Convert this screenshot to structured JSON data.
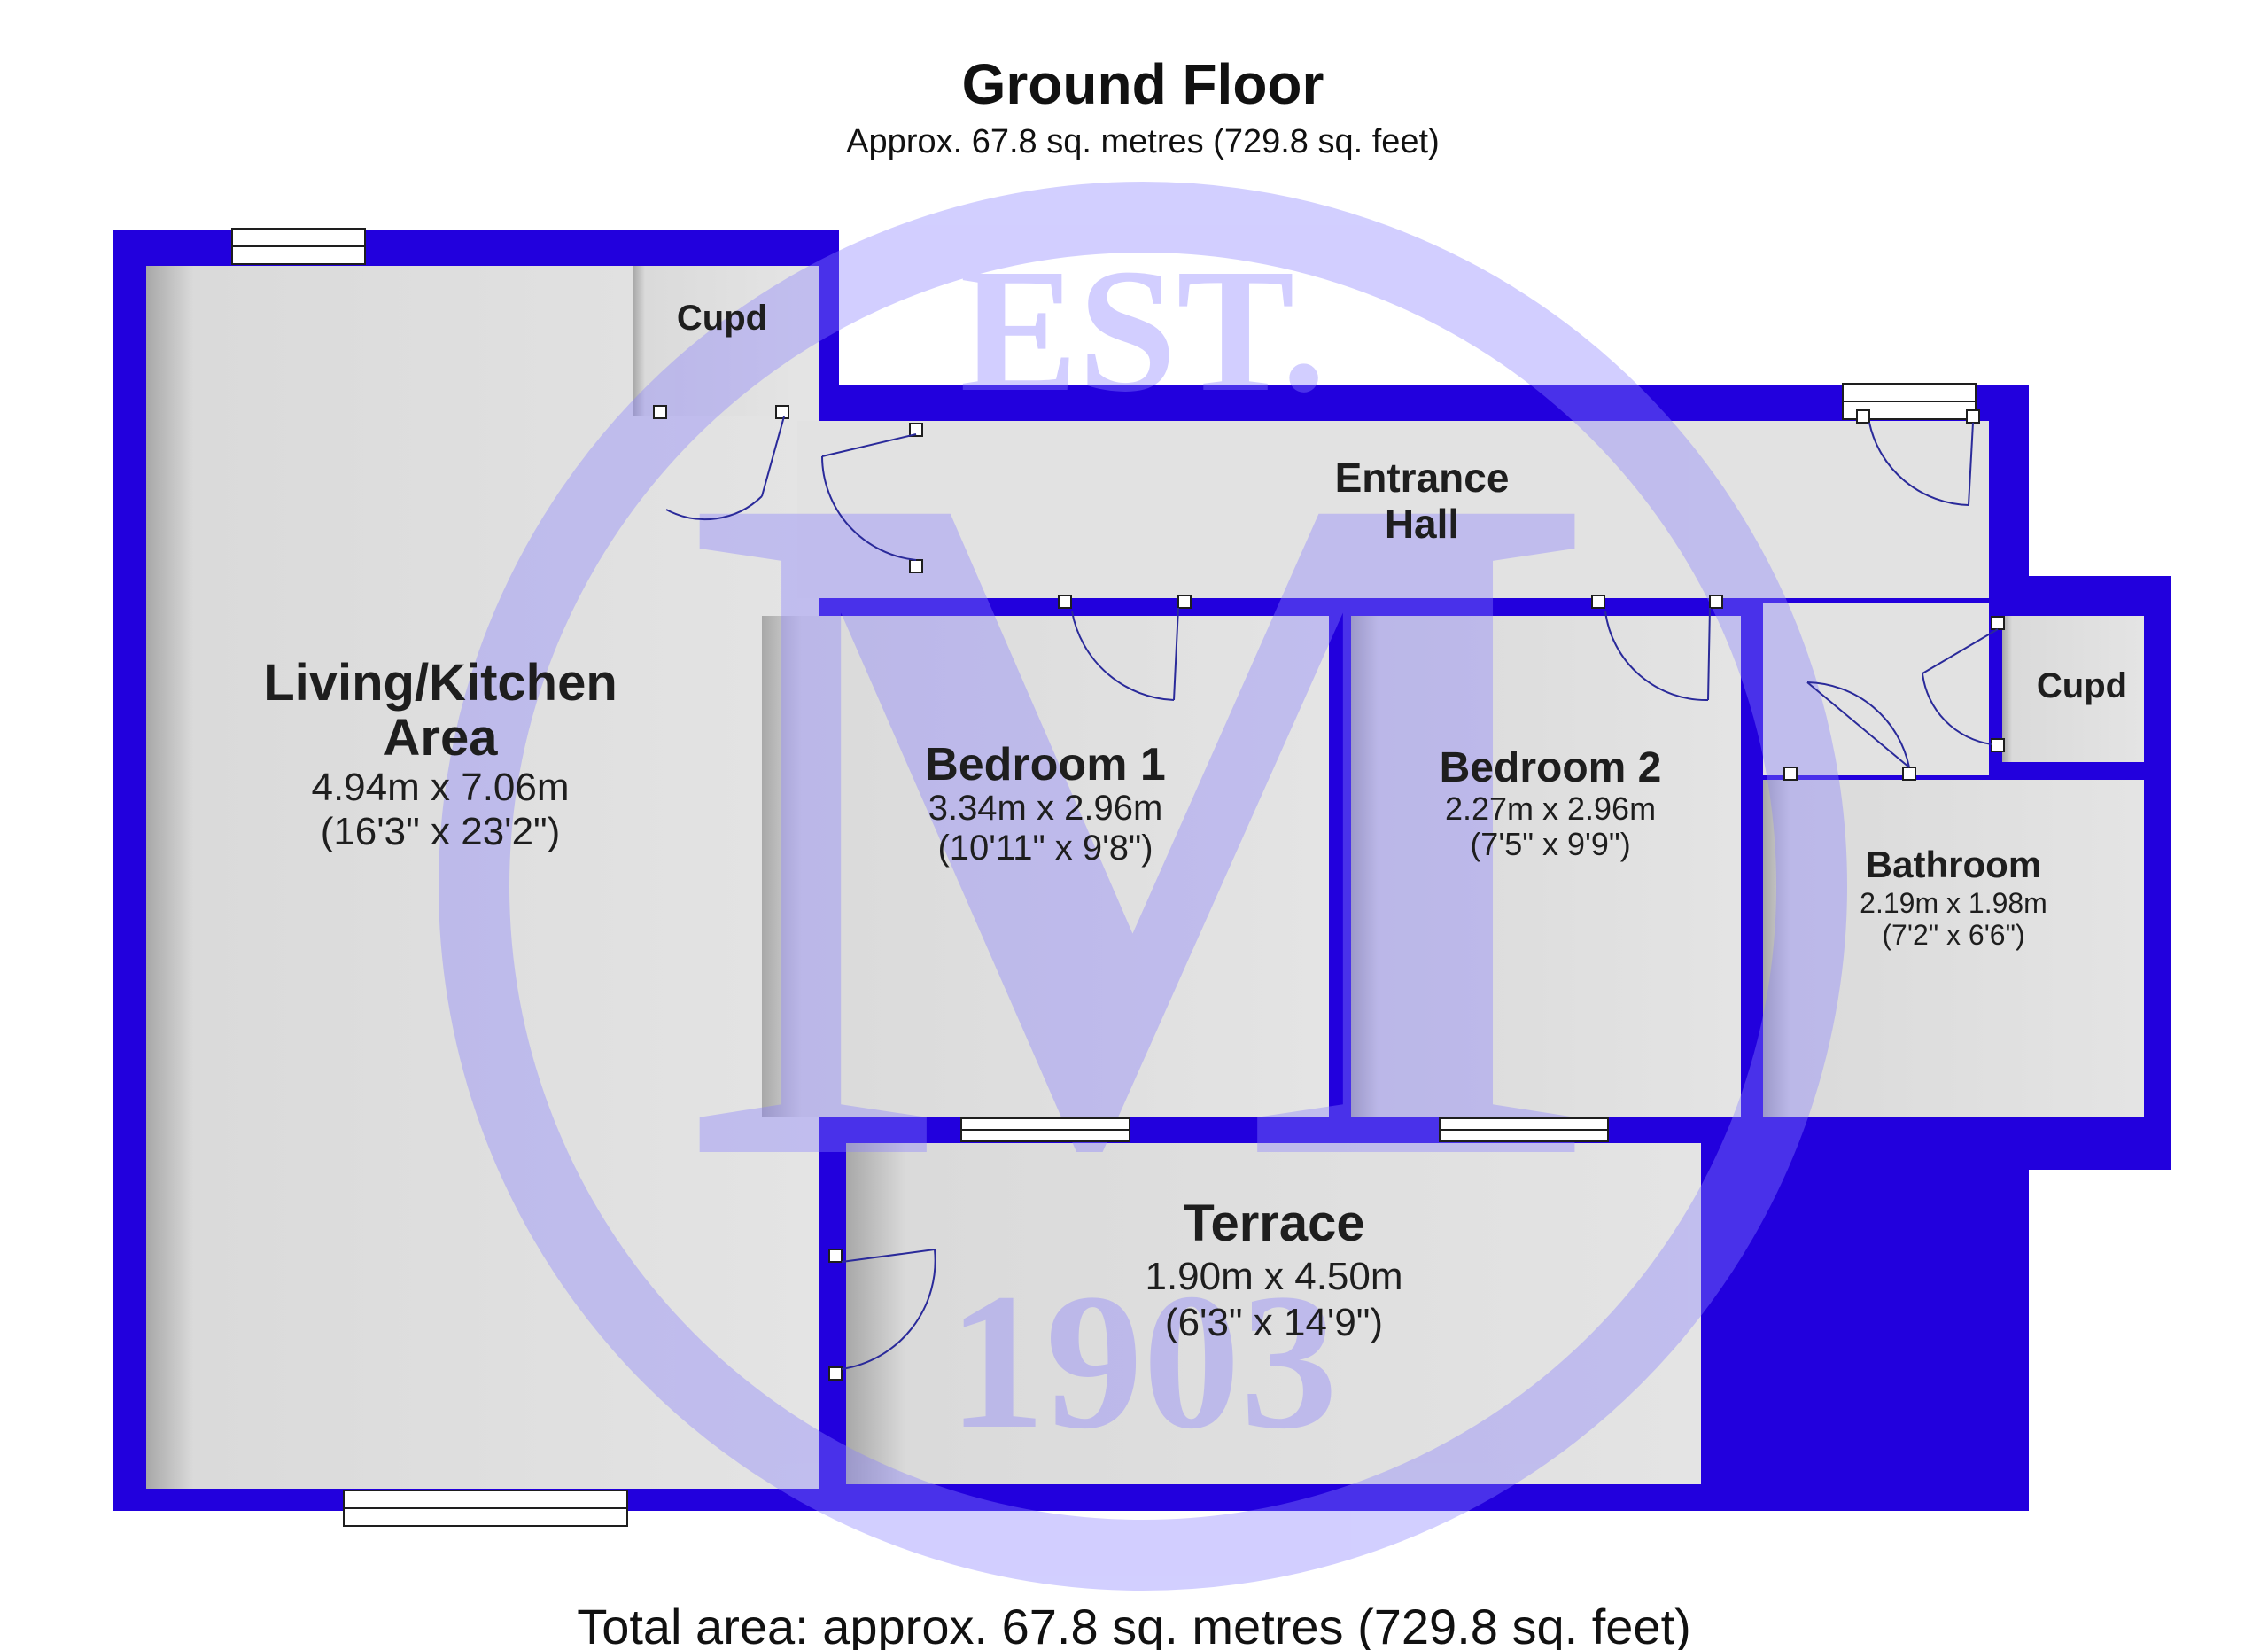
{
  "floor": {
    "title": "Ground Floor",
    "approx_area": "Approx. 67.8 sq. metres (729.8 sq. feet)"
  },
  "rooms": {
    "living": {
      "name_line1": "Living/Kitchen",
      "name_line2": "Area",
      "metric": "4.94m x 7.06m",
      "imperial": "(16'3\" x 23'2\")"
    },
    "cupd_top": {
      "name": "Cupd"
    },
    "entrance_hall": {
      "name_line1": "Entrance",
      "name_line2": "Hall"
    },
    "bedroom1": {
      "name": "Bedroom 1",
      "metric": "3.34m x 2.96m",
      "imperial": "(10'11\" x 9'8\")"
    },
    "bedroom2": {
      "name": "Bedroom 2",
      "metric": "2.27m x 2.96m",
      "imperial": "(7'5\" x 9'9\")"
    },
    "cupd_right": {
      "name": "Cupd"
    },
    "bathroom": {
      "name": "Bathroom",
      "metric": "2.19m x 1.98m",
      "imperial": "(7'2\" x 6'6\")"
    },
    "terrace": {
      "name": "Terrace",
      "metric": "1.90m x 4.50m",
      "imperial": "(6'3\" x 14'9\")"
    }
  },
  "watermark": {
    "top_text": "EST.",
    "letter": "M",
    "year": "1903"
  },
  "footer": {
    "total_area": "Total area: approx. 67.8 sq. metres (729.8 sq. feet)"
  },
  "colors": {
    "wall": "#2200dd",
    "floor": "#e2e2e2",
    "watermark": "#8a80ff",
    "text": "#1e1e1e"
  }
}
